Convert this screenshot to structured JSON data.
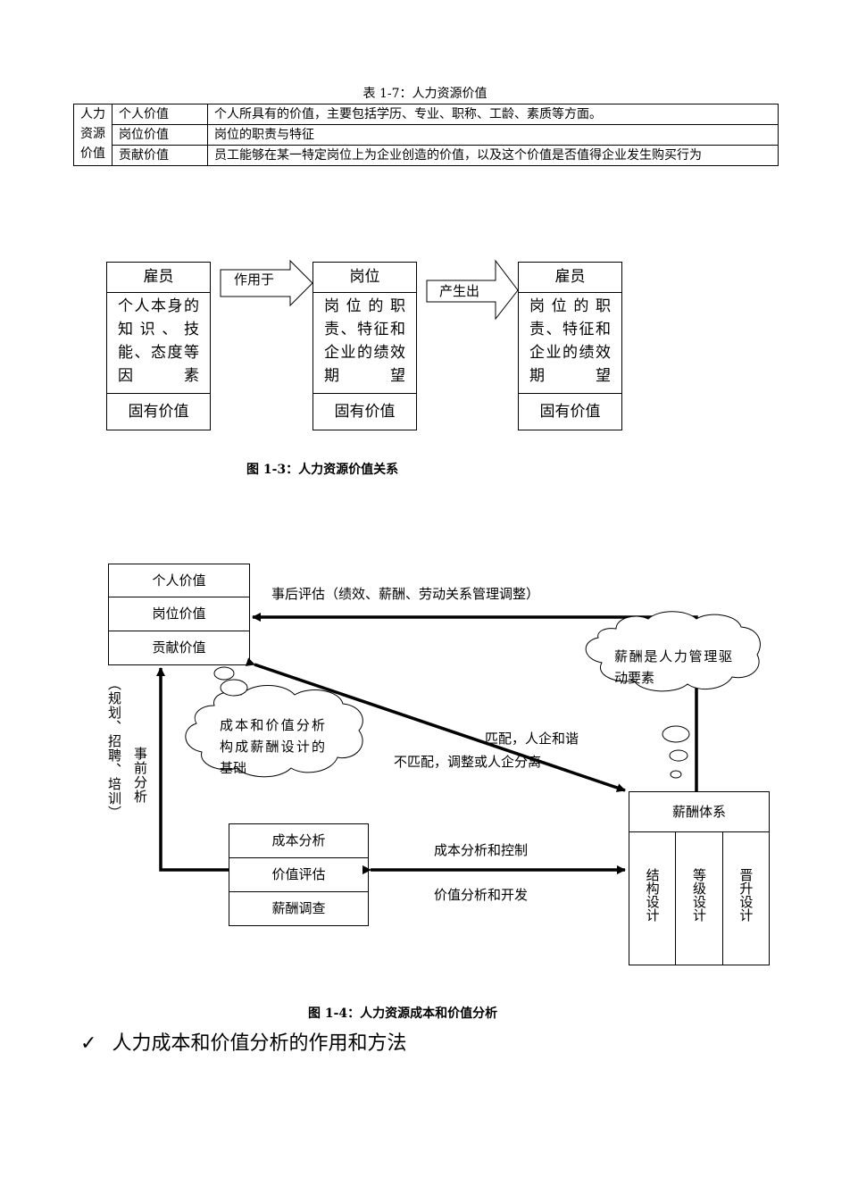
{
  "table": {
    "caption": "表 1-7：人力资源价值",
    "group_label": "人力资源价值",
    "rows": [
      {
        "category": "个人价值",
        "description": "个人所具有的价值，主要包括学历、专业、职称、工龄、素质等方面。"
      },
      {
        "category": "岗位价值",
        "description": "岗位的职责与特征"
      },
      {
        "category": "贡献价值",
        "description": "员工能够在某一特定岗位上为企业创造的价值，以及这个价值是否值得企业发生购买行为"
      }
    ]
  },
  "figure13": {
    "boxes": [
      {
        "header": "雇员",
        "body": "个人本身的知识、技能、态度等因素",
        "footer": "固有价值"
      },
      {
        "header": "岗位",
        "body": "岗位的职责、特征和企业的绩效期望",
        "footer": "固有价值"
      },
      {
        "header": "雇员",
        "body": "岗位的职责、特征和企业的绩效期望",
        "footer": "固有价值"
      }
    ],
    "arrow1_label": "作用于",
    "arrow2_label": "产生出",
    "caption": "图 1-3：人力资源价值关系"
  },
  "figure14": {
    "value_stack": [
      "个人价值",
      "岗位价值",
      "贡献价值"
    ],
    "post_eval_label": "事后评估（绩效、薪酬、劳动关系管理调整）",
    "cloud_right": "薪酬是人力管理驱动要素",
    "cloud_left": "成本和价值分析构成薪酬设计的基础",
    "match_label": "匹配，人企和谐",
    "mismatch_label": "不匹配，调整或人企分离",
    "pre_analysis_label": "事前分析",
    "planning_label": "（规划、招聘、培训）",
    "cost_stack": [
      "成本分析",
      "价值评估",
      "薪酬调查"
    ],
    "cost_control_label": "成本分析和控制",
    "value_dev_label": "价值分析和开发",
    "pay_system": {
      "title": "薪酬体系",
      "parts": [
        "结构设计",
        "等级设计",
        "晋升设计"
      ]
    },
    "caption": "图 1-4：人力资源成本和价值分析"
  },
  "bullet": {
    "mark": "✓",
    "text": "人力成本和价值分析的作用和方法"
  }
}
